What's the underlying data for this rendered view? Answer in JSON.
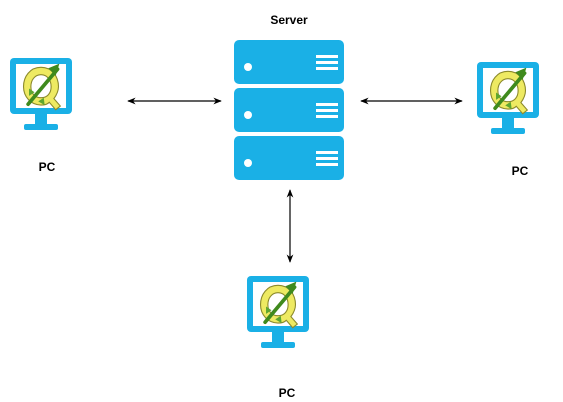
{
  "server": {
    "label": "Server",
    "icon": "server-rack-icon",
    "units": 3
  },
  "nodes": [
    {
      "id": "pc-left",
      "label": "PC",
      "icon": "qgis-logo-icon"
    },
    {
      "id": "pc-right",
      "label": "PC",
      "icon": "qgis-logo-icon"
    },
    {
      "id": "pc-bottom",
      "label": "PC",
      "icon": "qgis-logo-icon"
    }
  ],
  "connections": [
    {
      "from": "pc-left",
      "to": "server",
      "direction": "bidirectional"
    },
    {
      "from": "server",
      "to": "pc-right",
      "direction": "bidirectional"
    },
    {
      "from": "server",
      "to": "pc-bottom",
      "direction": "bidirectional"
    }
  ],
  "colors": {
    "device": "#1ab0e6",
    "screen": "#ffffff",
    "logo_green": "#5ea62f",
    "logo_yellow": "#eeea62",
    "arrow": "#000000",
    "text": "#000000"
  }
}
